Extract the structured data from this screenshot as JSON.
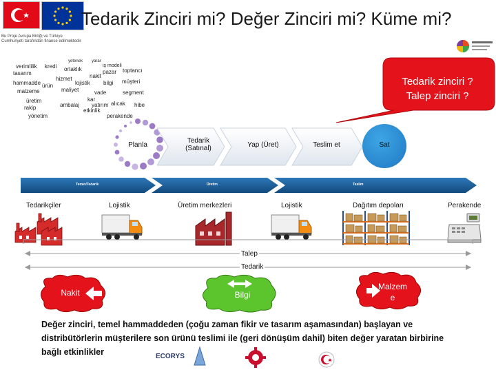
{
  "header": {
    "title": "Tedarik Zinciri mi? Değer Zinciri mi? Küme mi?",
    "funding_note": "Bu Proje Avrupa Birliği ve Türkiye Cumhuriyeti tarafından finanse edilmektedir"
  },
  "word_cloud": [
    "verimlilik",
    "kredi",
    "yetenek",
    "yarar",
    "iş modeli",
    "tasarım",
    "ortaklık",
    "pazar",
    "toptancı",
    "nakit",
    "hammadde",
    "ürün",
    "hizmet",
    "lojistik",
    "bilgi",
    "müşteri",
    "maliyet",
    "vade",
    "segment",
    "malzeme",
    "üretim",
    "kar",
    "alıcak",
    "rakip",
    "ambalaj",
    "yatırım",
    "hibe",
    "etkinlik",
    "yönetim",
    "perakende"
  ],
  "callout": {
    "line1": "Tedarik zinciri ?",
    "line2": "Talep zinciri ?",
    "color": "#e3121b"
  },
  "process_steps": {
    "plan": "Planla",
    "source_line1": "Tedarik",
    "source_line2": "(Satınal)",
    "make": "Yap (Üret)",
    "deliver": "Teslim et",
    "sell": "Sat"
  },
  "phase_bar": {
    "left": "Temin/Tedarik",
    "middle": "Üretim",
    "right": "Teslim"
  },
  "chain_locations": [
    "Tedarikçiler",
    "Lojistik",
    "Üretim merkezleri",
    "Lojistik",
    "Dağıtım depoları",
    "Perakende"
  ],
  "flow_arrows": {
    "demand": "Talep",
    "supply": "Tedarik"
  },
  "flow_blobs": {
    "cash": "Nakit",
    "info": "Bilgi",
    "material": "Malzem e"
  },
  "definition": "Değer zinciri, temel hammaddeden (çoğu zaman fikir ve tasarım aşamasından) başlayan ve distribütörlerin müşterilere son ürünü teslimi ile (geri dönüşüm dahil) biten değer yaratan birbirine bağlı etkinlikler",
  "footer_logos": {
    "ecorys": "ECORYS"
  },
  "colors": {
    "accent_blue": "#1e5aa8",
    "bar_blue": "#1b5e96",
    "red": "#e3121b",
    "green": "#5cc42c"
  }
}
